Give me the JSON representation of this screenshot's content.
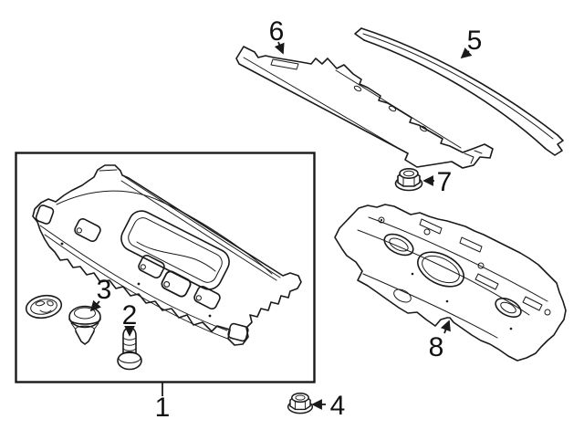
{
  "palette": {
    "background": "#ffffff",
    "line_color": "#1a1a1a",
    "label_color": "#111111"
  },
  "callouts": [
    {
      "number": "1",
      "shape": "package-tray-trim-panel"
    },
    {
      "number": "2",
      "shape": "push-screw"
    },
    {
      "number": "3",
      "shape": "retainer-clip"
    },
    {
      "number": "4",
      "shape": "flange-nut"
    },
    {
      "number": "5",
      "shape": "curved-trim-strip"
    },
    {
      "number": "6",
      "shape": "shade-panel"
    },
    {
      "number": "7",
      "shape": "flange-nut"
    },
    {
      "number": "8",
      "shape": "insulator-pad"
    }
  ]
}
